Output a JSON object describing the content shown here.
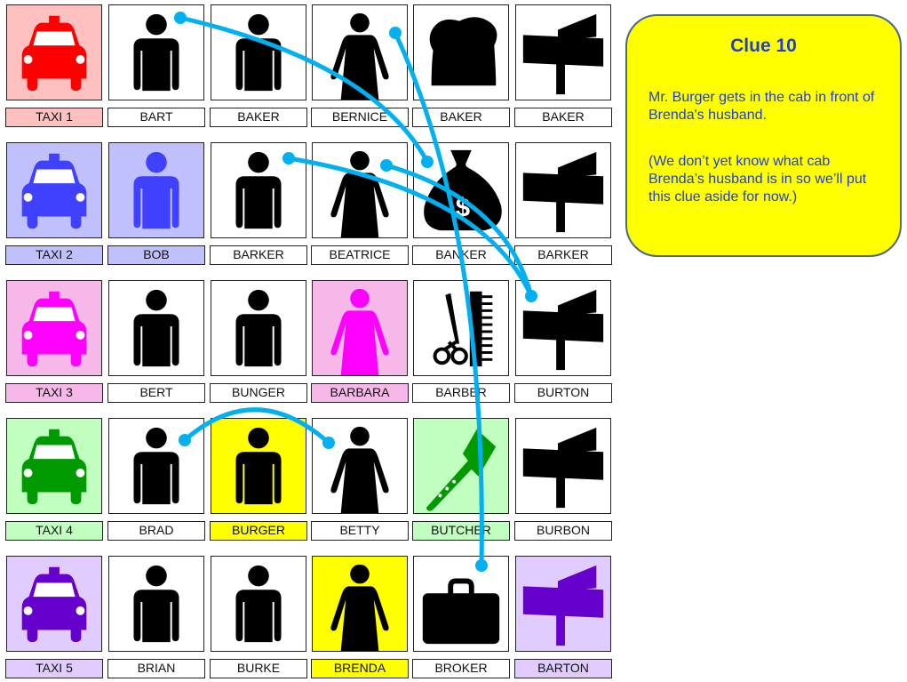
{
  "clue": {
    "title": "Clue 10",
    "text1": "Mr. Burger gets in the cab in front of Brenda's husband.",
    "text2": "(We don’t yet know what cab Brenda’s husband is in so we’ll put this clue aside for now.)"
  },
  "colors": {
    "line": "#00b0f0",
    "clue_bg": "#ffff00",
    "clue_text": "#1f3fd0"
  },
  "rows": [
    {
      "cells": [
        {
          "label": "TAXI 1",
          "icon": "taxi-icon",
          "bg": "#ffc0c0",
          "color": "#ff0000"
        },
        {
          "label": "BART",
          "icon": "man-icon",
          "bg": "#ffffff",
          "color": "#000000"
        },
        {
          "label": "BAKER",
          "icon": "man-icon",
          "bg": "#ffffff",
          "color": "#000000"
        },
        {
          "label": "BERNICE",
          "icon": "woman-icon",
          "bg": "#ffffff",
          "color": "#000000"
        },
        {
          "label": "BAKER",
          "icon": "bread-icon",
          "bg": "#ffffff",
          "color": "#000000"
        },
        {
          "label": "BAKER",
          "icon": "street-sign-icon",
          "bg": "#ffffff",
          "color": "#000000"
        }
      ]
    },
    {
      "cells": [
        {
          "label": "TAXI 2",
          "icon": "taxi-icon",
          "bg": "#c0c0ff",
          "color": "#4040ff"
        },
        {
          "label": "BOB",
          "icon": "man-icon",
          "bg": "#c0c0ff",
          "color": "#4040ff"
        },
        {
          "label": "BARKER",
          "icon": "man-icon",
          "bg": "#ffffff",
          "color": "#000000"
        },
        {
          "label": "BEATRICE",
          "icon": "woman-icon",
          "bg": "#ffffff",
          "color": "#000000"
        },
        {
          "label": "BANKER",
          "icon": "money-bag-icon",
          "bg": "#ffffff",
          "color": "#000000"
        },
        {
          "label": "BARKER",
          "icon": "street-sign-icon",
          "bg": "#ffffff",
          "color": "#000000"
        }
      ]
    },
    {
      "cells": [
        {
          "label": "TAXI 3",
          "icon": "taxi-icon",
          "bg": "#f5b8e8",
          "color": "#ff00ff"
        },
        {
          "label": "BERT",
          "icon": "man-icon",
          "bg": "#ffffff",
          "color": "#000000"
        },
        {
          "label": "BUNGER",
          "icon": "man-icon",
          "bg": "#ffffff",
          "color": "#000000"
        },
        {
          "label": "BARBARA",
          "icon": "woman-icon",
          "bg": "#f5b8e8",
          "color": "#ff00ff"
        },
        {
          "label": "BARBER",
          "icon": "scissors-comb-icon",
          "bg": "#ffffff",
          "color": "#000000"
        },
        {
          "label": "BURTON",
          "icon": "street-sign-icon",
          "bg": "#ffffff",
          "color": "#000000"
        }
      ]
    },
    {
      "cells": [
        {
          "label": "TAXI 4",
          "icon": "taxi-icon",
          "bg": "#c0ffc0",
          "color": "#009900"
        },
        {
          "label": "BRAD",
          "icon": "man-icon",
          "bg": "#ffffff",
          "color": "#000000"
        },
        {
          "label": "BURGER",
          "icon": "man-icon",
          "bg": "#ffff00",
          "color": "#000000"
        },
        {
          "label": "BETTY",
          "icon": "woman-icon",
          "bg": "#ffffff",
          "color": "#000000"
        },
        {
          "label": "BUTCHER",
          "icon": "cleaver-icon",
          "bg": "#c0ffc0",
          "color": "#009900"
        },
        {
          "label": "BURBON",
          "icon": "street-sign-icon",
          "bg": "#ffffff",
          "color": "#000000"
        }
      ]
    },
    {
      "cells": [
        {
          "label": "TAXI 5",
          "icon": "taxi-icon",
          "bg": "#e0ccff",
          "color": "#6600cc"
        },
        {
          "label": "BRIAN",
          "icon": "man-icon",
          "bg": "#ffffff",
          "color": "#000000"
        },
        {
          "label": "BURKE",
          "icon": "man-icon",
          "bg": "#ffffff",
          "color": "#000000"
        },
        {
          "label": "BRENDA",
          "icon": "woman-icon",
          "bg": "#ffff00",
          "color": "#000000"
        },
        {
          "label": "BROKER",
          "icon": "briefcase-icon",
          "bg": "#ffffff",
          "color": "#000000"
        },
        {
          "label": "BARTON",
          "icon": "street-sign-icon",
          "bg": "#e0ccff",
          "color": "#6600cc"
        }
      ]
    }
  ]
}
